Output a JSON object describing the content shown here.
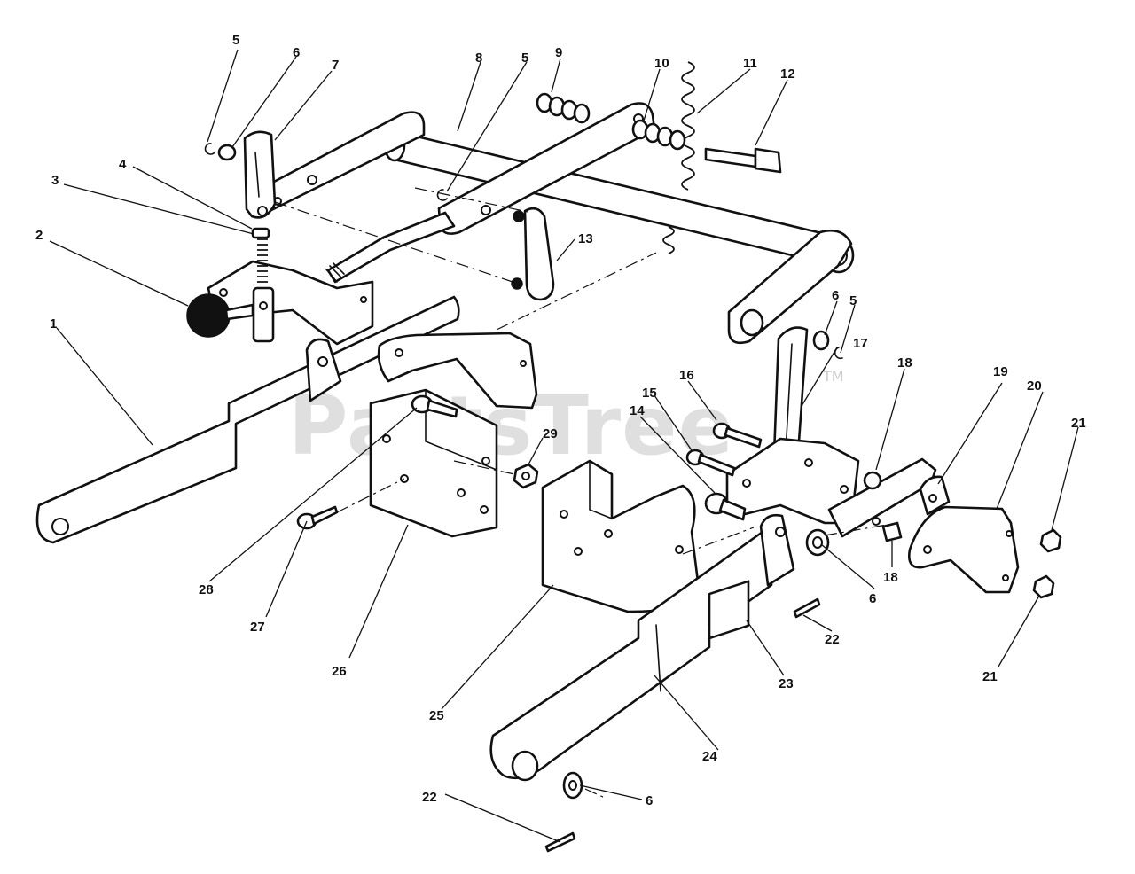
{
  "watermark": {
    "text": "PartsTree",
    "tm": "TM"
  },
  "callouts": [
    {
      "id": "c1",
      "label": "1"
    },
    {
      "id": "c2",
      "label": "2"
    },
    {
      "id": "c3",
      "label": "3"
    },
    {
      "id": "c4",
      "label": "4"
    },
    {
      "id": "c5a",
      "label": "5"
    },
    {
      "id": "c6a",
      "label": "6"
    },
    {
      "id": "c7",
      "label": "7"
    },
    {
      "id": "c8",
      "label": "8"
    },
    {
      "id": "c5b",
      "label": "5"
    },
    {
      "id": "c9",
      "label": "9"
    },
    {
      "id": "c10",
      "label": "10"
    },
    {
      "id": "c11",
      "label": "11"
    },
    {
      "id": "c12",
      "label": "12"
    },
    {
      "id": "c13",
      "label": "13"
    },
    {
      "id": "c6b",
      "label": "6"
    },
    {
      "id": "c5c",
      "label": "5"
    },
    {
      "id": "c17",
      "label": "17"
    },
    {
      "id": "c18a",
      "label": "18"
    },
    {
      "id": "c16",
      "label": "16"
    },
    {
      "id": "c15",
      "label": "15"
    },
    {
      "id": "c14",
      "label": "14"
    },
    {
      "id": "c19",
      "label": "19"
    },
    {
      "id": "c20",
      "label": "20"
    },
    {
      "id": "c21a",
      "label": "21"
    },
    {
      "id": "c29",
      "label": "29"
    },
    {
      "id": "c28",
      "label": "28"
    },
    {
      "id": "c27",
      "label": "27"
    },
    {
      "id": "c26",
      "label": "26"
    },
    {
      "id": "c25",
      "label": "25"
    },
    {
      "id": "c18b",
      "label": "18"
    },
    {
      "id": "c6c",
      "label": "6"
    },
    {
      "id": "c22a",
      "label": "22"
    },
    {
      "id": "c23",
      "label": "23"
    },
    {
      "id": "c21b",
      "label": "21"
    },
    {
      "id": "c24",
      "label": "24"
    },
    {
      "id": "c22b",
      "label": "22"
    },
    {
      "id": "c6d",
      "label": "6"
    }
  ]
}
